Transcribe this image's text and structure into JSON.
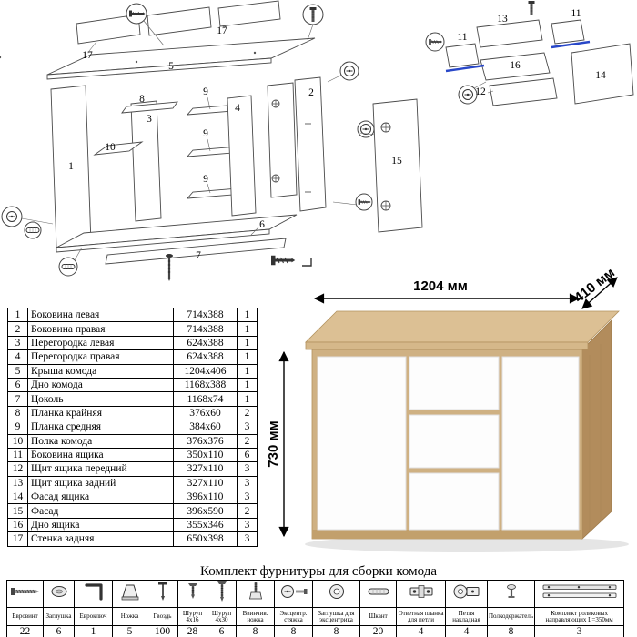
{
  "diagram": {
    "accent_blue": "#2847c8",
    "main_labels": {
      "l17a": "17",
      "l17b": "17",
      "l5": "5",
      "l1": "1",
      "l3": "3",
      "l8": "8",
      "l10": "10",
      "l9a": "9",
      "l9b": "9",
      "l9c": "9",
      "l4": "4",
      "l2": "2",
      "l6": "6",
      "l7": "7",
      "l15": "15"
    },
    "drawer_labels": {
      "l13": "13",
      "l11a": "11",
      "l11b": "11",
      "l16": "16",
      "l12": "12",
      "l14": "14"
    }
  },
  "product": {
    "dim_width": "1204 мм",
    "dim_depth": "410 мм",
    "dim_height": "730 мм",
    "colors": {
      "oak_top": "#dcc094",
      "oak_front": "#cfb183",
      "oak_side": "#b28c5c",
      "front_panels": "#fdfdfd"
    }
  },
  "parts_table": {
    "rows": [
      {
        "num": "1",
        "name": "Боковина левая",
        "size": "714x388",
        "qty": "1"
      },
      {
        "num": "2",
        "name": "Боковина правая",
        "size": "714x388",
        "qty": "1"
      },
      {
        "num": "3",
        "name": "Перегородка левая",
        "size": "624x388",
        "qty": "1"
      },
      {
        "num": "4",
        "name": "Перегородка правая",
        "size": "624x388",
        "qty": "1"
      },
      {
        "num": "5",
        "name": "Крыша комода",
        "size": "1204x406",
        "qty": "1"
      },
      {
        "num": "6",
        "name": "Дно комода",
        "size": "1168x388",
        "qty": "1"
      },
      {
        "num": "7",
        "name": "Цоколь",
        "size": "1168x74",
        "qty": "1"
      },
      {
        "num": "8",
        "name": "Планка крайняя",
        "size": "376x60",
        "qty": "2"
      },
      {
        "num": "9",
        "name": "Планка средняя",
        "size": "384x60",
        "qty": "3"
      },
      {
        "num": "10",
        "name": "Полка комода",
        "size": "376x376",
        "qty": "2"
      },
      {
        "num": "11",
        "name": "Боковина ящика",
        "size": "350x110",
        "qty": "6"
      },
      {
        "num": "12",
        "name": "Щит ящика передний",
        "size": "327x110",
        "qty": "3"
      },
      {
        "num": "13",
        "name": "Щит ящика задний",
        "size": "327x110",
        "qty": "3"
      },
      {
        "num": "14",
        "name": "Фасад ящика",
        "size": "396x110",
        "qty": "3"
      },
      {
        "num": "15",
        "name": "Фасад",
        "size": "396x590",
        "qty": "2"
      },
      {
        "num": "16",
        "name": "Дно ящика",
        "size": "355x346",
        "qty": "3"
      },
      {
        "num": "17",
        "name": "Стенка задняя",
        "size": "650x398",
        "qty": "3"
      }
    ]
  },
  "hardware": {
    "title": "Комплект фурнитуры для сборки комода",
    "items": [
      {
        "name": "Евровинт",
        "qty": "22",
        "icon": "eurobolt-icon"
      },
      {
        "name": "Заглушка",
        "qty": "6",
        "icon": "plug-icon"
      },
      {
        "name": "Евроключ",
        "qty": "1",
        "icon": "hex-key-icon"
      },
      {
        "name": "Ножка",
        "qty": "5",
        "icon": "foot-icon"
      },
      {
        "name": "Гвоздь",
        "qty": "100",
        "icon": "nail-icon"
      },
      {
        "name": "Шуруп 4x16",
        "qty": "28",
        "icon": "screw-small-icon"
      },
      {
        "name": "Шуруп 4x30",
        "qty": "6",
        "icon": "screw-long-icon"
      },
      {
        "name": "Ввинчив. ножка",
        "qty": "8",
        "icon": "threaded-foot-icon"
      },
      {
        "name": "Эксцентр. стяжка",
        "qty": "8",
        "icon": "cam-lock-icon"
      },
      {
        "name": "Заглушка для эксцентрика",
        "qty": "8",
        "icon": "cam-cap-icon"
      },
      {
        "name": "Шкант",
        "qty": "20",
        "icon": "dowel-icon"
      },
      {
        "name": "Ответная планка для петли",
        "qty": "4",
        "icon": "hinge-plate-icon"
      },
      {
        "name": "Петля накладная",
        "qty": "4",
        "icon": "hinge-icon"
      },
      {
        "name": "Полкодержатель",
        "qty": "8",
        "icon": "shelf-pin-icon"
      },
      {
        "name": "Комплект роликовых направляющих L=350мм",
        "qty": "3",
        "icon": "roller-slides-icon"
      }
    ]
  }
}
